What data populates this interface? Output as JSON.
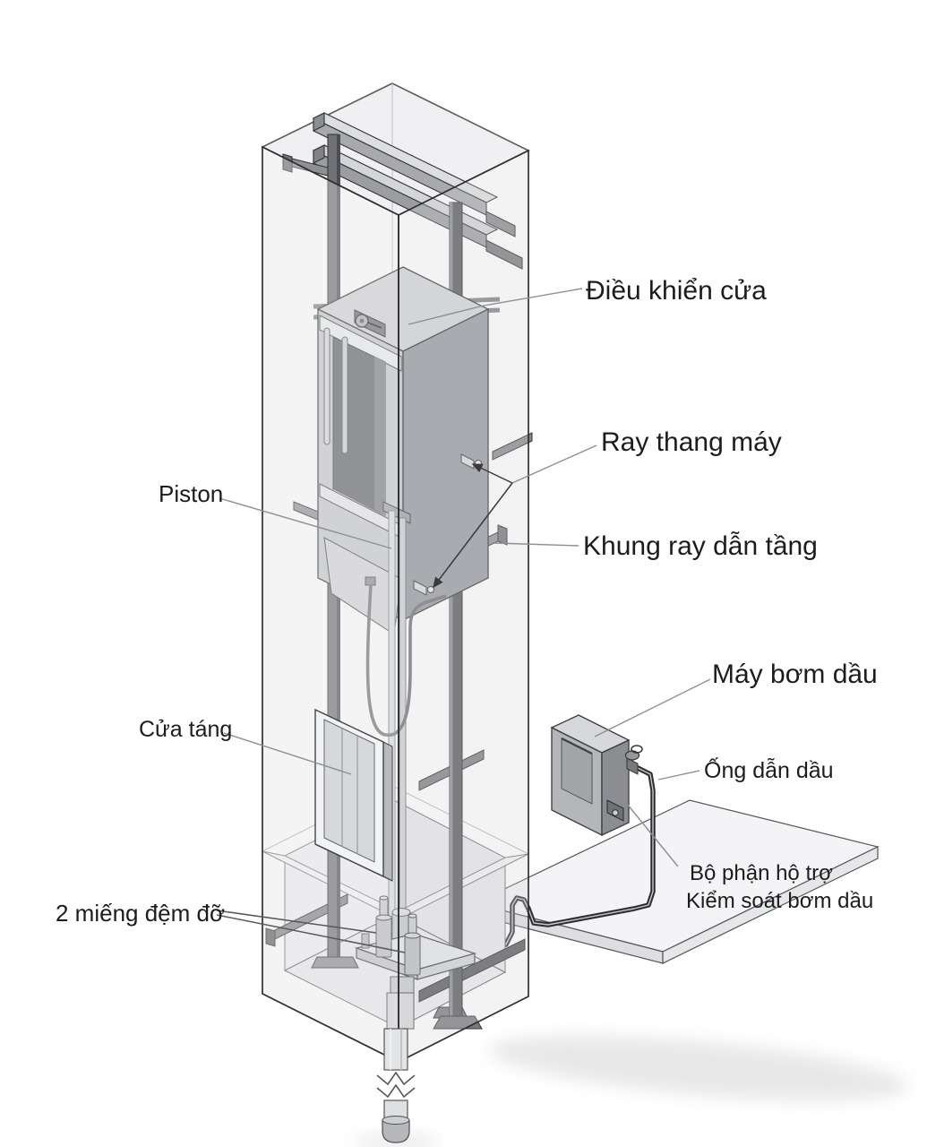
{
  "diagram": {
    "subject": "hydraulic-elevator-cutaway-diagram",
    "language": "Vietnamese",
    "background_color": "#ffffff",
    "ink_color": "#2f2f31",
    "labels": {
      "door_control": "Điều khiển cửa",
      "elevator_rail": "Ray thang máy",
      "floor_guide_frame": "Khung ray dẫn tầng",
      "piston": "Piston",
      "oil_pump": "Máy bơm dầu",
      "landing_door": "Cửa táng",
      "oil_pipe": "Ống dẫn dầu",
      "pump_support_line1": "Bộ phận hộ trợ",
      "pump_support_line2": "Kiểm soát bơm dầu",
      "support_pads": "2 miếng đệm đỡ"
    }
  }
}
